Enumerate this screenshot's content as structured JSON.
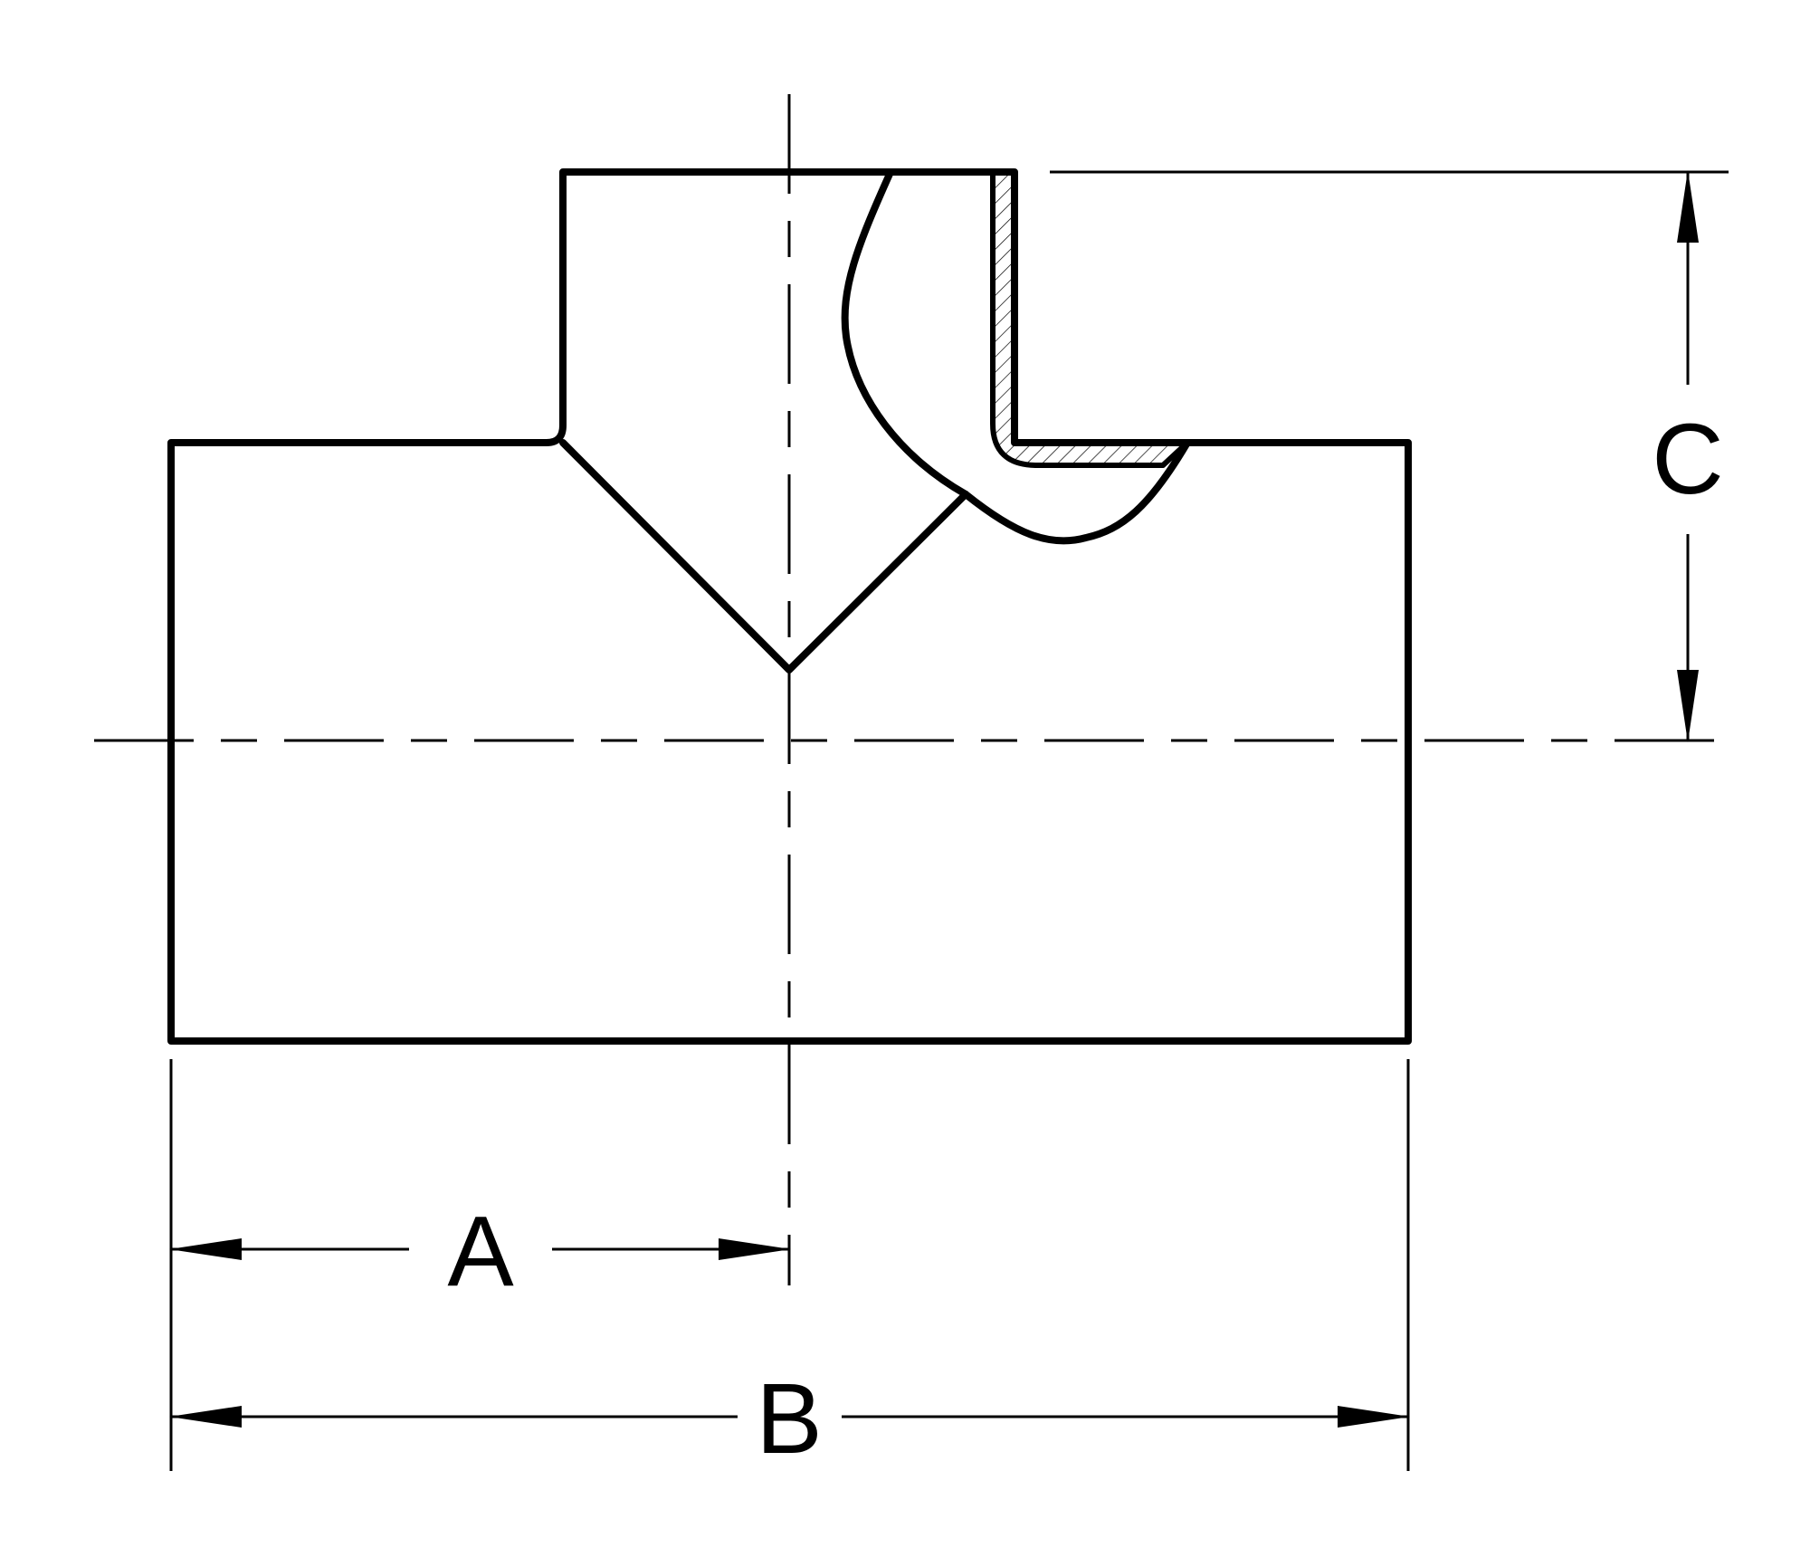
{
  "dimensions": {
    "a": "A",
    "b": "B",
    "c": "C"
  }
}
